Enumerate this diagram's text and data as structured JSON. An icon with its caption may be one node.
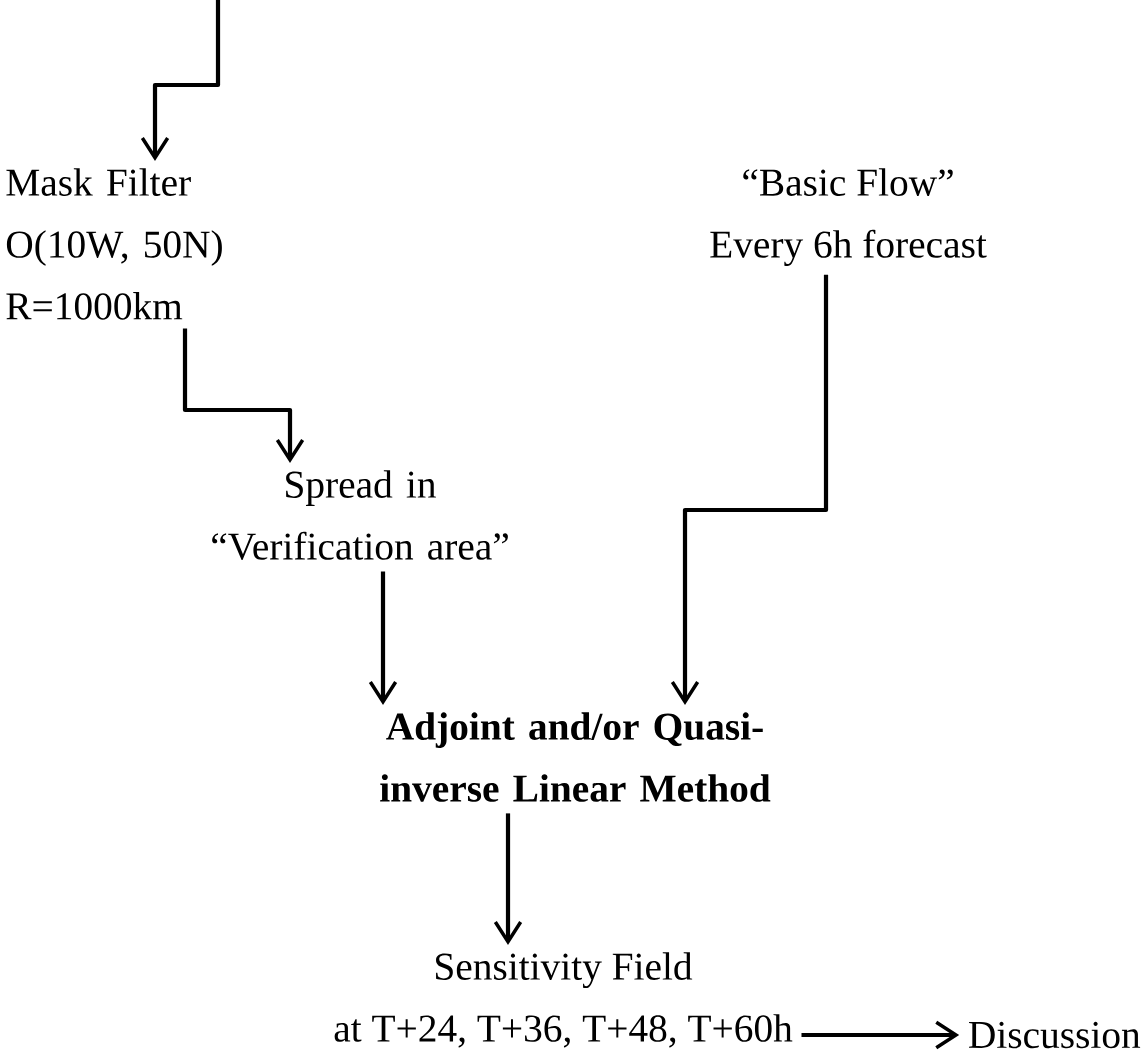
{
  "diagram": {
    "nodes": [
      {
        "text": [
          "Mask Filter",
          "O(10W, 50N) R=1000km"
        ]
      },
      {
        "text": [
          "“Basic Flow”",
          "Every 6h forecast"
        ]
      },
      {
        "text": [
          "Spread in “Verification area”"
        ]
      },
      {
        "text": [
          "Adjoint and/or Quasi-inverse Linear Method"
        ]
      },
      {
        "text": [
          "Sensitivity Field",
          "at T+24, T+36, T+48, T+60h"
        ]
      },
      {
        "text": [
          "Discussion"
        ]
      }
    ],
    "edges": [
      {
        "from": null,
        "to": 0,
        "arrow": "to"
      },
      {
        "from": 0,
        "to": 2,
        "arrow": "to"
      },
      {
        "from": 1,
        "to": 3,
        "arrow": "to"
      },
      {
        "from": 2,
        "to": 3,
        "arrow": "to"
      },
      {
        "from": 3,
        "to": 4,
        "arrow": "to"
      },
      {
        "from": 4,
        "to": 5,
        "arrow": "to"
      }
    ]
  }
}
